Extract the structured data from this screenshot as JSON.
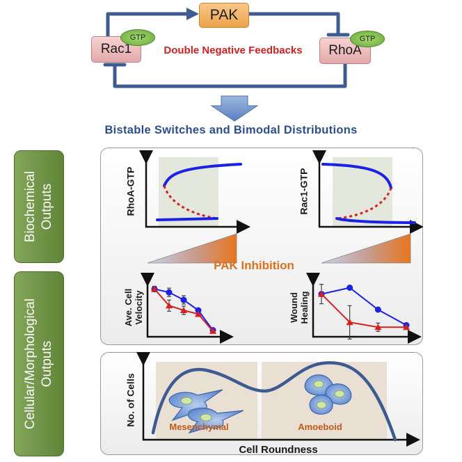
{
  "top_diagram": {
    "pak_label": "PAK",
    "rac1_label": "Rac1",
    "rhoa_label": "RhoA",
    "gtp_label_rac1": "GTP",
    "gtp_label_rhoa": "GTP",
    "feedback_label": "Double Negative Feedbacks"
  },
  "heading": "Bistable Switches and Bimodal Distributions",
  "side_labels": {
    "biochemical": [
      "Biochemical",
      "Outputs"
    ],
    "cellular": [
      "Cellular/Morphological",
      "Outputs"
    ]
  },
  "biochem_panel": {
    "rhoa_ylabel": "RhoA-GTP",
    "rac1_ylabel": "Rac1-GTP",
    "pak_inhibition_label": "PAK Inhibition"
  },
  "cellular_panel": {
    "velocity_ylabel": [
      "Ave. Cell",
      "Velocity"
    ],
    "wound_ylabel": [
      "Wound",
      "Healing"
    ],
    "cells_ylabel": "No. of Cells",
    "xlabel": "Cell Roundness",
    "mesenchymal_label": "Mesenchymal",
    "amoeboid_label": "Amoeboid"
  },
  "colors": {
    "arrow_blue": "#3e5c92",
    "curve_blue": "#1a22e6",
    "dashed_red": "#d42020",
    "accent_orange": "#e06f1a",
    "panel_green": "#6f9345",
    "feedback_red": "#d21f1f"
  },
  "chart_data": [
    {
      "type": "line",
      "ylabel": "Ave. Cell Velocity",
      "x": [
        1,
        2,
        3,
        4,
        5
      ],
      "series": [
        {
          "color": "blue",
          "marker": "circle",
          "values": [
            0.95,
            0.88,
            0.72,
            0.5,
            0.08
          ]
        },
        {
          "color": "red",
          "marker": "triangle",
          "values": [
            0.95,
            0.6,
            0.5,
            0.42,
            0.06
          ]
        }
      ],
      "ylim": [
        0,
        1
      ]
    },
    {
      "type": "line",
      "ylabel": "Wound Healing",
      "x": [
        1,
        2,
        3,
        4
      ],
      "series": [
        {
          "color": "blue",
          "marker": "circle",
          "values": [
            0.82,
            0.95,
            0.5,
            0.18
          ]
        },
        {
          "color": "red",
          "marker": "triangle",
          "values": [
            0.82,
            0.24,
            0.14,
            0.14
          ]
        }
      ],
      "ylim": [
        0,
        1
      ]
    }
  ]
}
